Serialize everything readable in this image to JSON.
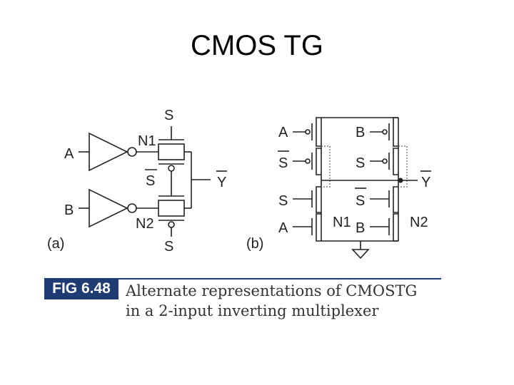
{
  "slide": {
    "title": "CMOS TG"
  },
  "figure_a": {
    "label": "(a)",
    "inputs": [
      "A",
      "B"
    ],
    "select_top": "S",
    "select_bar": "S",
    "select_bottom": "S",
    "node1": "N1",
    "node2": "N2",
    "output": "Y"
  },
  "figure_b": {
    "label": "(b)",
    "left_column": [
      "A",
      "S",
      "S",
      "A"
    ],
    "right_column": [
      "B",
      "S",
      "S",
      "B"
    ],
    "node1": "N1",
    "node2": "N2",
    "output": "Y"
  },
  "caption": {
    "badge": "FIG 6.48",
    "line1": "Alternate representations of CMOSTG",
    "line2": "in a 2-input inverting multiplexer"
  }
}
